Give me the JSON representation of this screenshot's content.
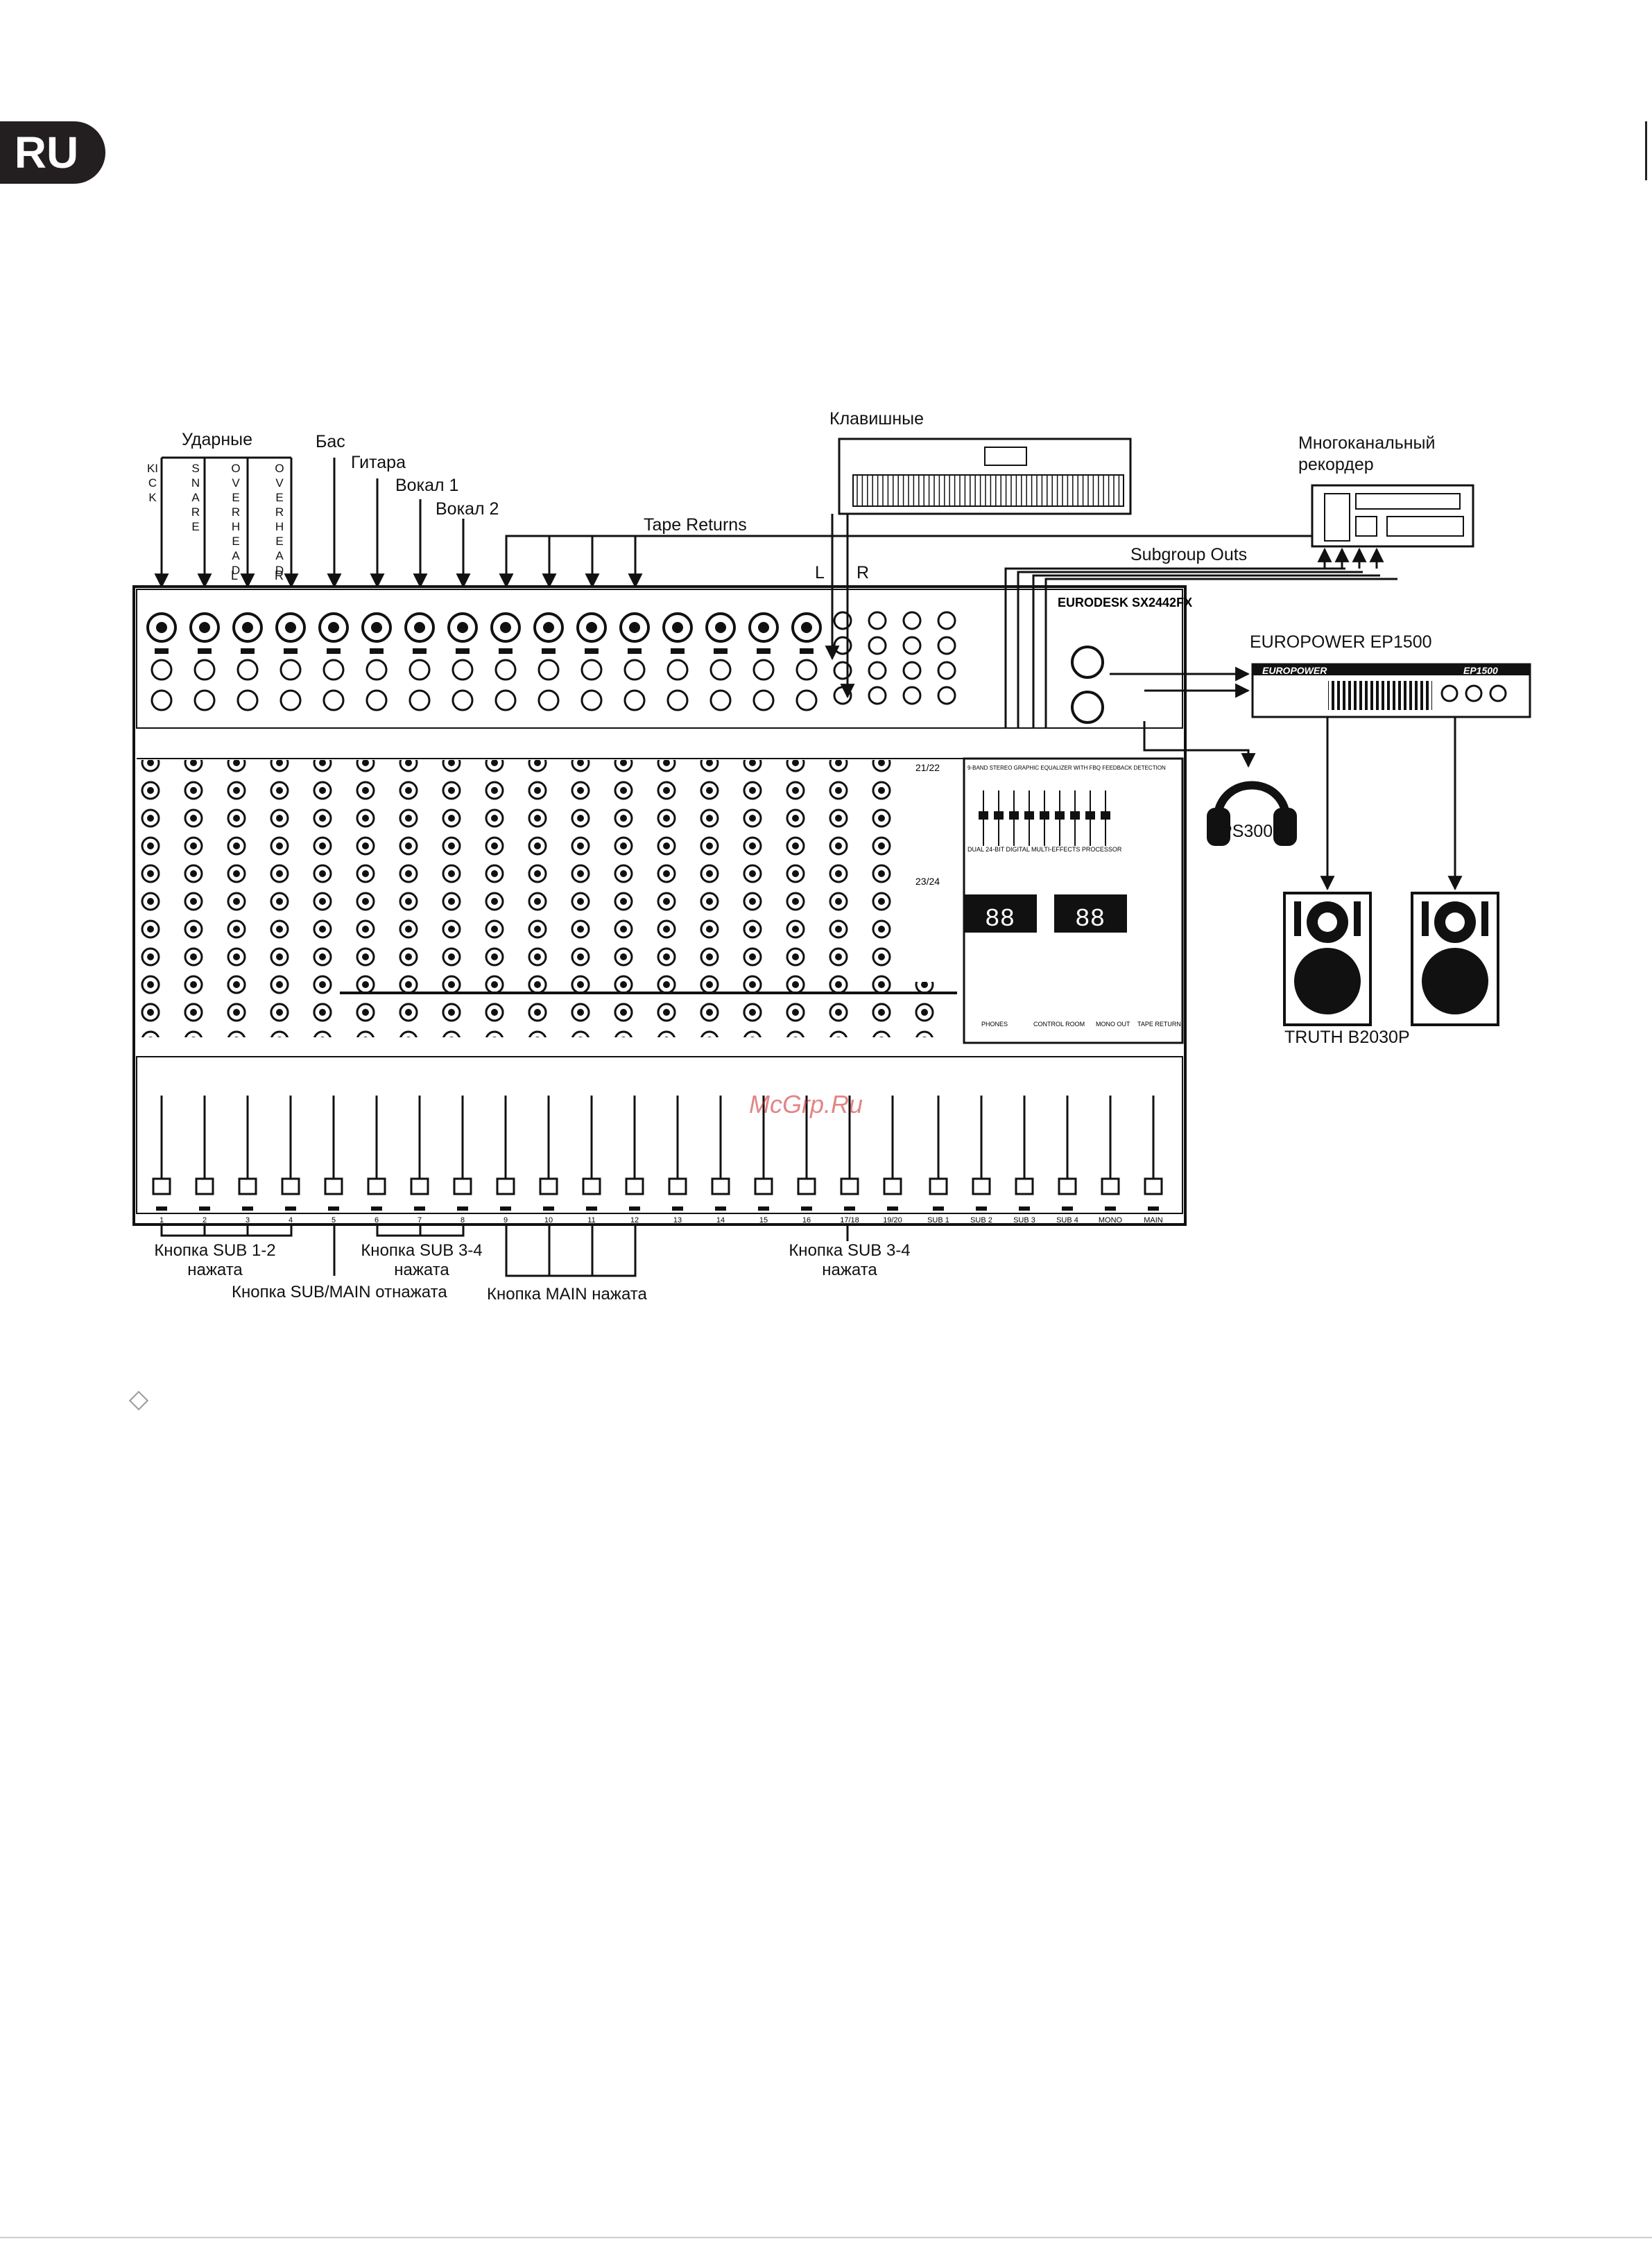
{
  "lang_tab": "RU",
  "inputs": {
    "drums": "Ударные",
    "kick": "KICK",
    "snare": "SNARE",
    "overhead_l": "OVERHEAD",
    "overhead_r": "OVERHEAD",
    "l": "L",
    "r": "R",
    "bass": "Бас",
    "guitar": "Гитара",
    "vocal1": "Вокал 1",
    "vocal2": "Вокал 2",
    "tape_returns": "Tape Returns",
    "keys": "Клавишные",
    "keys_l": "L",
    "keys_r": "R"
  },
  "devices": {
    "recorder_line1": "Многоканальный",
    "recorder_line2": "рекордер",
    "subgroup_outs": "Subgroup Outs",
    "amp": "EUROPOWER EP1500",
    "amp_logo": "EUROPOWER",
    "amp_model": "EP1500",
    "headphones": "HPS3000",
    "speakers": "TRUTH B2030P"
  },
  "mixer": {
    "model": "EURODESK SX2442FX",
    "fx_title": "DUAL 24-BIT DIGITAL MULTI-EFFECTS PROCESSOR",
    "eq_title": "9-BAND STEREO GRAPHIC EQUALIZER WITH FBQ FEEDBACK DETECTION",
    "section_21_22": "21/22",
    "section_23_24": "23/24",
    "display1": "88",
    "display2": "88",
    "channel_strips": [
      "1",
      "2",
      "3",
      "4",
      "5",
      "6",
      "7",
      "8",
      "9",
      "10",
      "11",
      "12",
      "13",
      "14",
      "15",
      "16",
      "17/18",
      "19/20"
    ],
    "group_labels": [
      "SUB 1",
      "SUB 2",
      "SUB 3",
      "SUB 4",
      "MONO",
      "MAIN"
    ],
    "control_room": "CONTROL ROOM",
    "mono_out": "MONO OUT",
    "tape_return_knob": "TAPE RETURN",
    "phones": "PHONES"
  },
  "captions": {
    "sub12_line1": "Кнопка SUB 1-2",
    "sub12_line2": "нажата",
    "submain_off": "Кнопка SUB/MAIN отнажата",
    "sub34a_line1": "Кнопка SUB 3-4",
    "sub34a_line2": "нажата",
    "main_pressed": "Кнопка MAIN нажата",
    "sub34b_line1": "Кнопка SUB 3-4",
    "sub34b_line2": "нажата"
  },
  "watermark": "McGrp.Ru"
}
